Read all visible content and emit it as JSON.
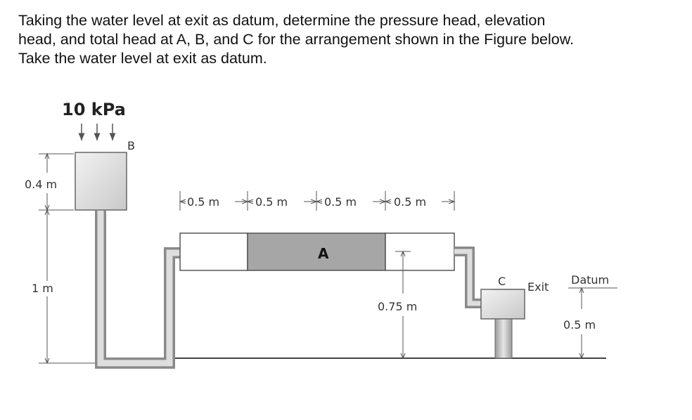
{
  "question": {
    "line1": "Taking the water level at exit as datum, determine the pressure head, elevation",
    "line2": "head, and total head at A, B, and C for the arrangement shown in the Figure below.",
    "line3": "Take the water level at exit as datum."
  },
  "figure": {
    "pressure_label": "10 kPa",
    "point_b": "B",
    "point_a": "A",
    "point_c": "C",
    "tank_height": "0.4 m",
    "tank_elevation": "1 m",
    "segments": [
      "0.5 m",
      "0.5 m",
      "0.5 m",
      "0.5 m"
    ],
    "pipe_elevation": "0.75 m",
    "exit_label": "Exit",
    "datum_label": "Datum",
    "datum_offset": "0.5 m"
  }
}
